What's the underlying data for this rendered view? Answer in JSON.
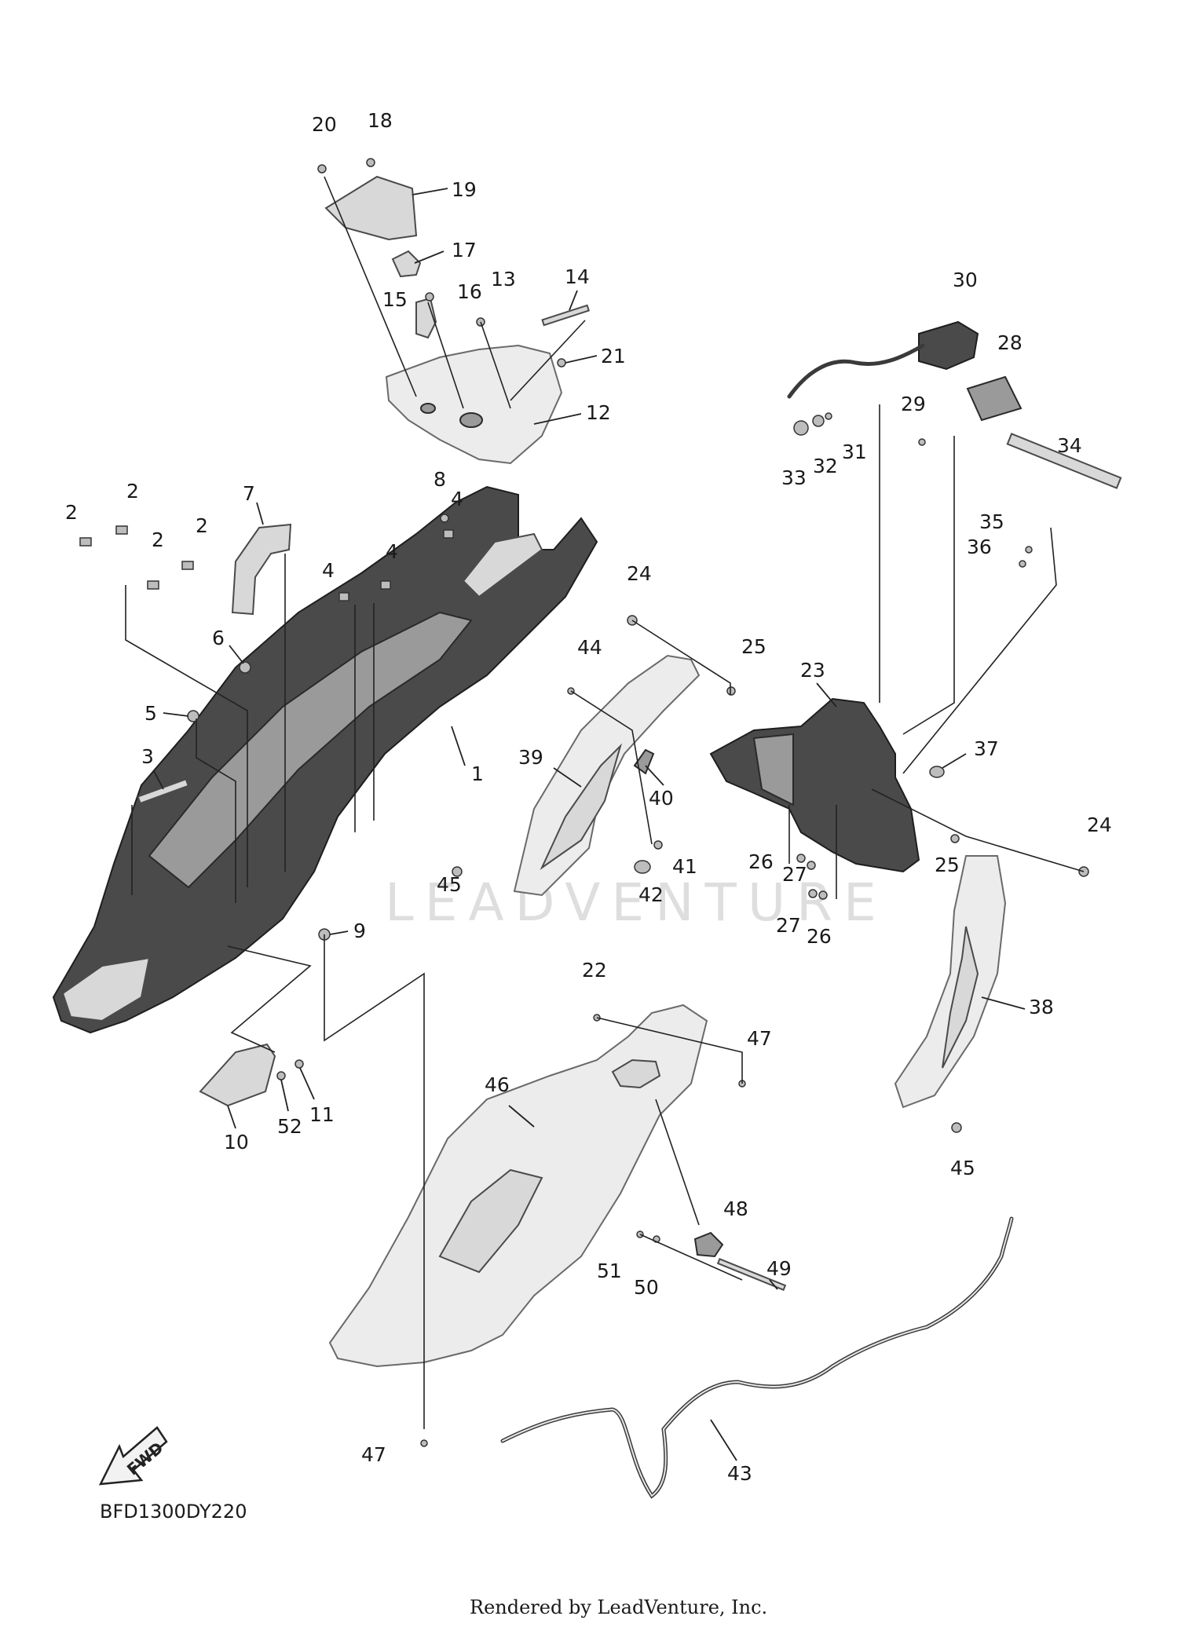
{
  "diagram_code": "BFD1300DY220",
  "watermark": "LEADVENTURE",
  "footer": "Rendered by LeadVenture, Inc.",
  "fwd_label": "FWD",
  "callouts": {
    "c1": "1",
    "c2a": "2",
    "c2b": "2",
    "c2c": "2",
    "c2d": "2",
    "c3": "3",
    "c4a": "4",
    "c4b": "4",
    "c4c": "4",
    "c5": "5",
    "c6": "6",
    "c7": "7",
    "c8": "8",
    "c9": "9",
    "c10": "10",
    "c11": "11",
    "c12": "12",
    "c13": "13",
    "c14": "14",
    "c15": "15",
    "c16": "16",
    "c17": "17",
    "c18": "18",
    "c19": "19",
    "c20": "20",
    "c21": "21",
    "c22": "22",
    "c23": "23",
    "c24a": "24",
    "c24b": "24",
    "c25a": "25",
    "c25b": "25",
    "c26a": "26",
    "c26b": "26",
    "c27a": "27",
    "c27b": "27",
    "c28": "28",
    "c29": "29",
    "c30": "30",
    "c31": "31",
    "c32": "32",
    "c33": "33",
    "c34": "34",
    "c35": "35",
    "c36": "36",
    "c37": "37",
    "c38": "38",
    "c39": "39",
    "c40": "40",
    "c41": "41",
    "c42": "42",
    "c43": "43",
    "c44": "44",
    "c45a": "45",
    "c45b": "45",
    "c46": "46",
    "c47a": "47",
    "c47b": "47",
    "c48": "48",
    "c49": "49",
    "c50": "50",
    "c51": "51",
    "c52": "52"
  }
}
